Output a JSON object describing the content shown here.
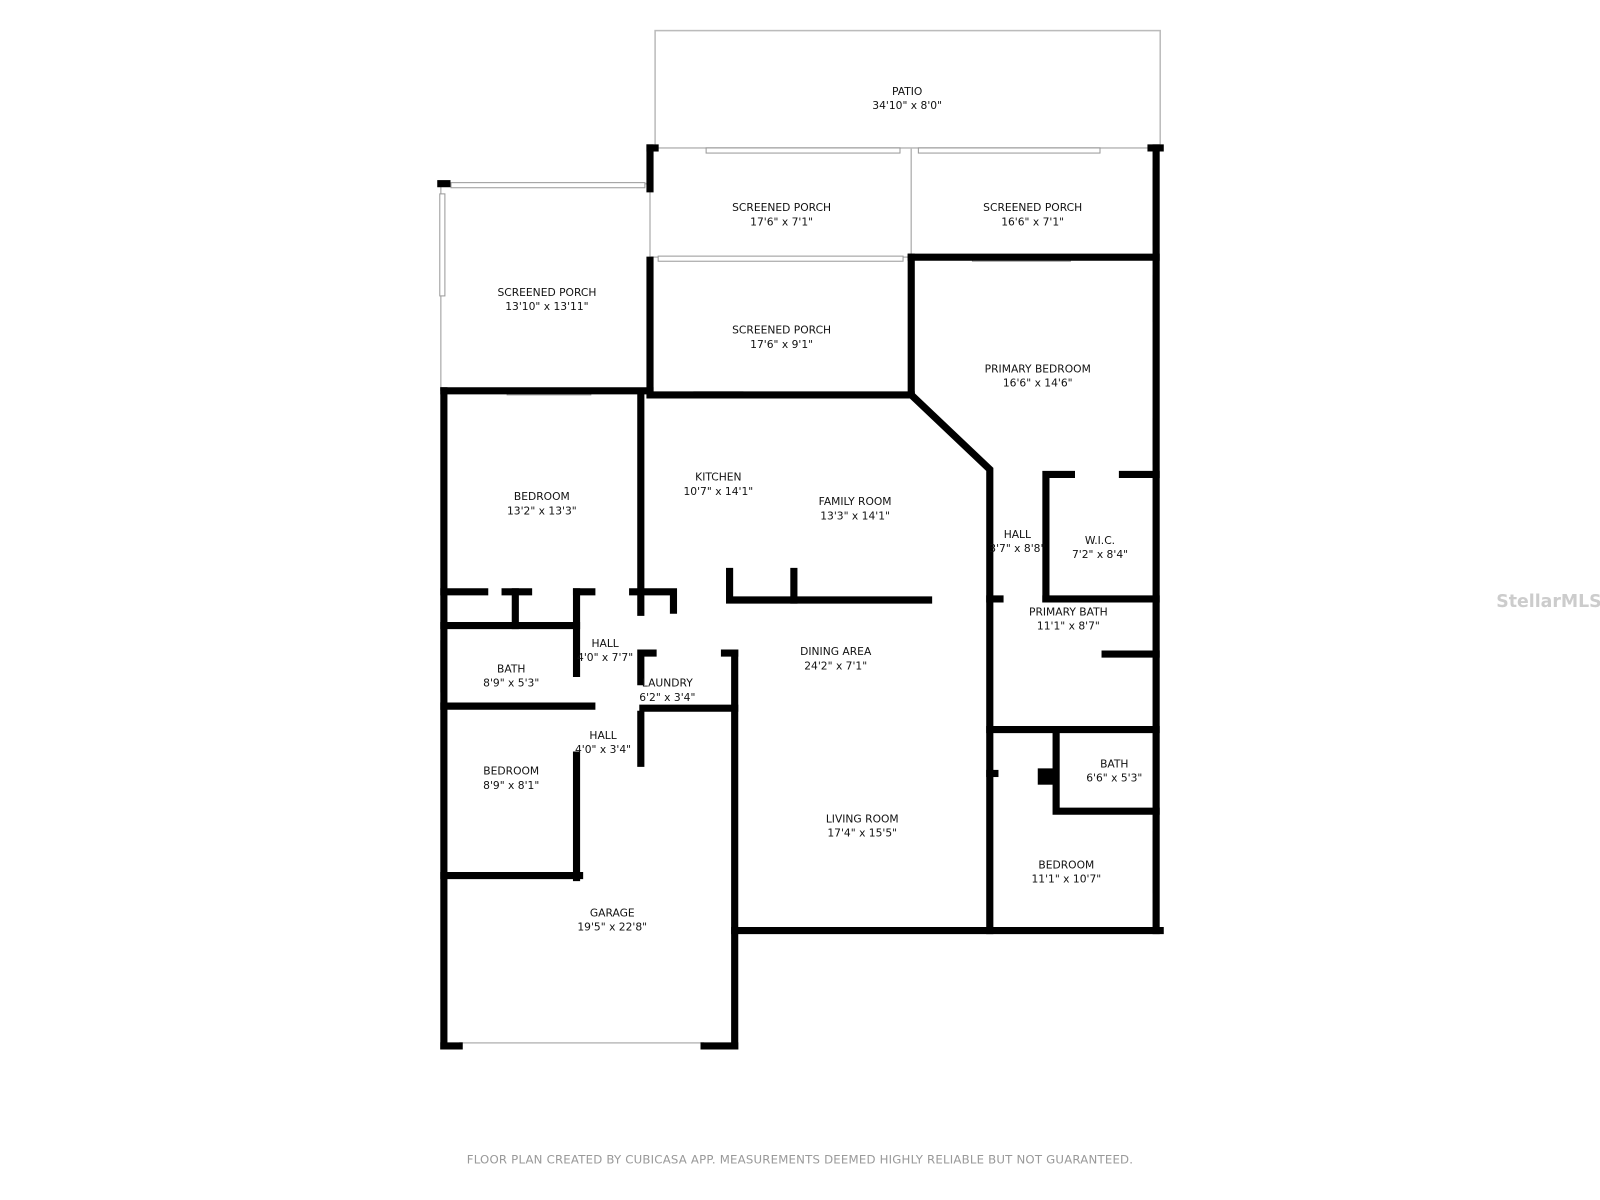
{
  "rooms": [
    {
      "name": "PATIO",
      "dims": "34'10\" x 8'0\""
    },
    {
      "name": "SCREENED PORCH",
      "dims": "17'6\" x 7'1\""
    },
    {
      "name": "SCREENED PORCH",
      "dims": "16'6\" x 7'1\""
    },
    {
      "name": "SCREENED PORCH",
      "dims": "13'10\" x 13'11\""
    },
    {
      "name": "SCREENED PORCH",
      "dims": "17'6\" x 9'1\""
    },
    {
      "name": "PRIMARY BEDROOM",
      "dims": "16'6\" x 14'6\""
    },
    {
      "name": "BEDROOM",
      "dims": "13'2\" x 13'3\""
    },
    {
      "name": "KITCHEN",
      "dims": "10'7\" x 14'1\""
    },
    {
      "name": "FAMILY ROOM",
      "dims": "13'3\" x 14'1\""
    },
    {
      "name": "HALL",
      "dims": "3'7\" x 8'8\""
    },
    {
      "name": "W.I.C.",
      "dims": "7'2\" x 8'4\""
    },
    {
      "name": "PRIMARY BATH",
      "dims": "11'1\" x 8'7\""
    },
    {
      "name": "HALL",
      "dims": "4'0\" x 7'7\""
    },
    {
      "name": "BATH",
      "dims": "8'9\" x 5'3\""
    },
    {
      "name": "LAUNDRY",
      "dims": "6'2\" x 3'4\""
    },
    {
      "name": "DINING AREA",
      "dims": "24'2\" x 7'1\""
    },
    {
      "name": "HALL",
      "dims": "4'0\" x 3'4\""
    },
    {
      "name": "BEDROOM",
      "dims": "8'9\" x 8'1\""
    },
    {
      "name": "BATH",
      "dims": "6'6\" x 5'3\""
    },
    {
      "name": "LIVING ROOM",
      "dims": "17'4\" x 15'5\""
    },
    {
      "name": "BEDROOM",
      "dims": "11'1\" x 10'7\""
    },
    {
      "name": "GARAGE",
      "dims": "19'5\" x 22'8\""
    }
  ],
  "watermark": "StellarMLS",
  "footer": "FLOOR PLAN CREATED BY CUBICASA APP. MEASUREMENTS DEEMED HIGHLY RELIABLE BUT NOT GUARANTEED."
}
